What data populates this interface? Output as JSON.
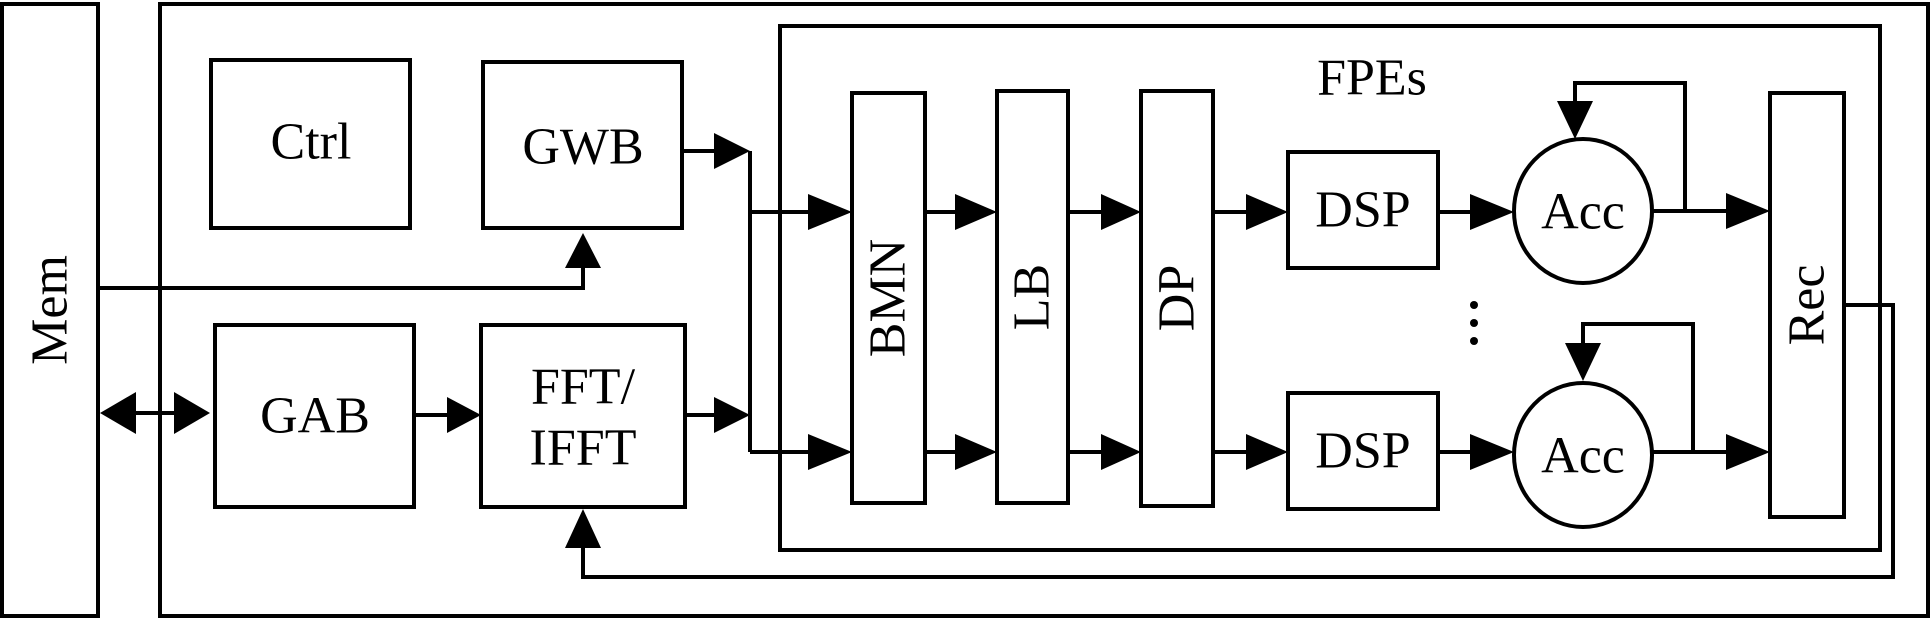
{
  "blocks": {
    "mem": "Mem",
    "ctrl": "Ctrl",
    "gwb": "GWB",
    "gab": "GAB",
    "fft_line1": "FFT/",
    "fft_line2": "IFFT",
    "fpes": "FPEs",
    "bmn": "BMN",
    "lb": "LB",
    "dp": "DP",
    "dsp_top": "DSP",
    "dsp_bottom": "DSP",
    "acc_top": "Acc",
    "acc_bottom": "Acc",
    "rec": "Rec"
  },
  "colors": {
    "line": "#000000",
    "fill": "#ffffff"
  }
}
